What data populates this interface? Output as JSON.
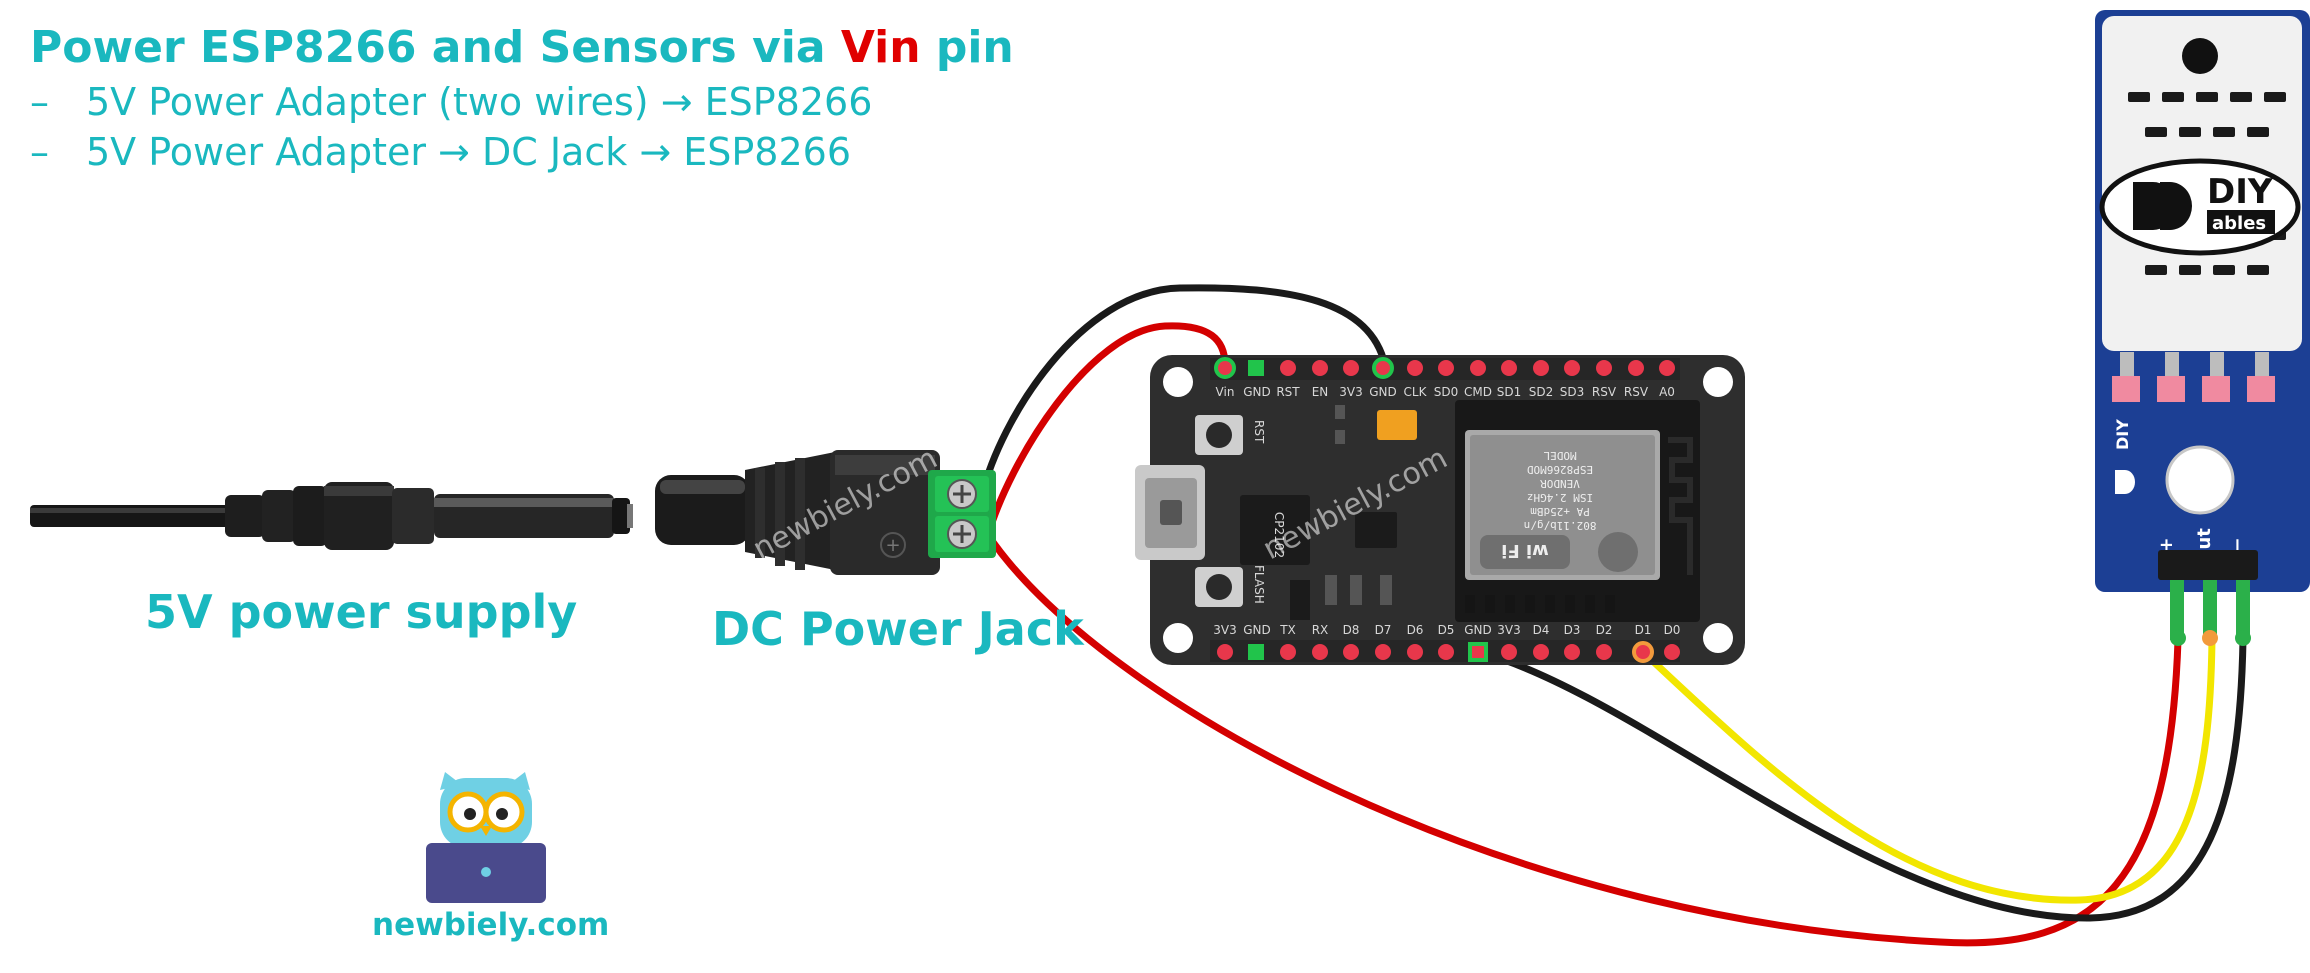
{
  "header": {
    "title_prefix": "Power ESP8266 and Sensors via ",
    "title_highlight": "Vin",
    "title_suffix": " pin",
    "bullets": [
      {
        "dash": "–",
        "text": "5V Power Adapter (two wires) → ESP8266"
      },
      {
        "dash": "–",
        "text": "5V Power Adapter → DC Jack → ESP8266"
      }
    ]
  },
  "labels": {
    "power_supply": "5V power supply",
    "dc_jack": "DC Power Jack",
    "jack_plus": "+"
  },
  "board": {
    "top_pins": [
      "Vin",
      "GND",
      "RST",
      "EN",
      "3V3",
      "GND",
      "CLK",
      "SD0",
      "CMD",
      "SD1",
      "SD2",
      "SD3",
      "RSV",
      "RSV",
      "A0"
    ],
    "bottom_pins": [
      "3V3",
      "GND",
      "TX",
      "RX",
      "D8",
      "D7",
      "D6",
      "D5",
      "GND",
      "3V3",
      "D4",
      "D3",
      "D2",
      "D1",
      "D0"
    ],
    "rst_label": "RST",
    "flash_label": "FLASH",
    "module_lines": [
      "MODEL",
      "ESP8266MOD",
      "VENDOR",
      "ISM 2.4GHz",
      "PA +25dBm",
      "802.11b/g/n"
    ],
    "wifi_label": "wi Fi",
    "chip_label": "CP2102"
  },
  "sensor": {
    "brand_big": "DIY",
    "brand_small": "ables",
    "pin_labels": [
      "+",
      "out",
      "−"
    ]
  },
  "watermark": "newbiely.com",
  "brand": {
    "text": "newbiely.com"
  },
  "colors": {
    "accent": "#1ab8bf",
    "vin": "#e00000",
    "wire_red": "#d40000",
    "wire_black": "#1a1a1a",
    "wire_yellow": "#f2e600",
    "board": "#2e2e2e",
    "sensor_blue": "#1c3f94",
    "jack_green": "#1fa84a"
  }
}
